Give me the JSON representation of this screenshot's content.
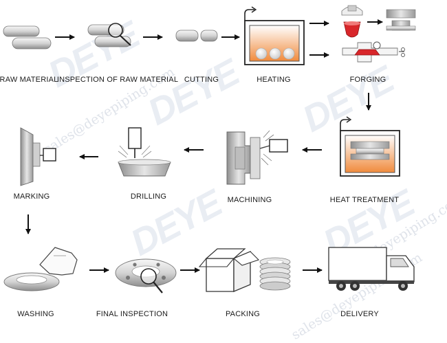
{
  "watermark": {
    "logo": "DEYE",
    "email": "sales@deyepiping.com"
  },
  "steps": {
    "raw_material": "RAW MATERIAL",
    "inspection_raw": "INSPECTION OF RAW MATERIAL",
    "cutting": "CUTTING",
    "heating": "HEATING",
    "forging": "FORGING",
    "heat_treatment": "HEAT TREATMENT",
    "machining": "MACHINING",
    "drilling": "DRILLING",
    "marking": "MARKING",
    "washing": "WASHING",
    "final_inspection": "FINAL INSPECTION",
    "packing": "PACKING",
    "delivery": "DELIVERY"
  },
  "colors": {
    "outline": "#333333",
    "metal_light": "#eeeeee",
    "metal_dark": "#9a9a9a",
    "heat_orange": "#f08a3c",
    "forge_red": "#d8262a",
    "watermark": "#dfe3ea"
  }
}
